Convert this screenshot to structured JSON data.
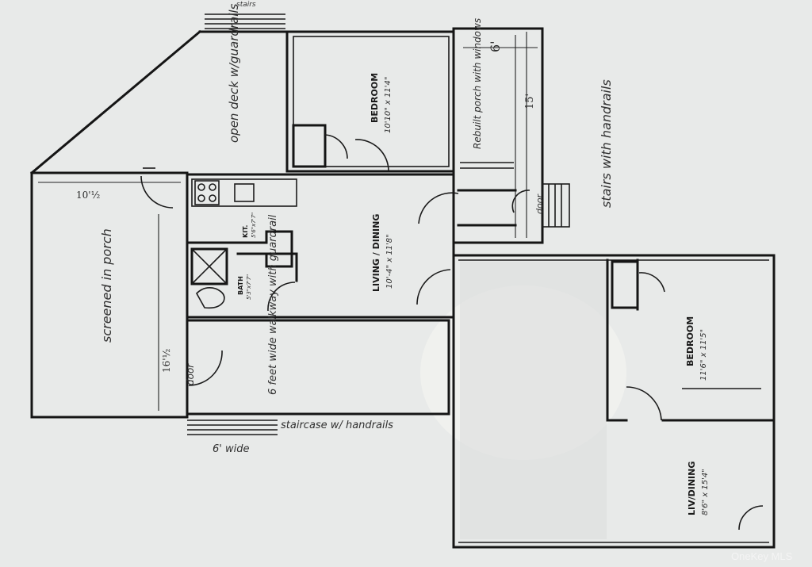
{
  "plan": {
    "open_deck": "open deck w/guardrails",
    "bedroom_1": {
      "name": "BEDROOM",
      "size": "10'10\" x 11'4\""
    },
    "rebuilt_porch": "Rebuilt porch with windows",
    "porch_depth": "6'",
    "porch_length": "15'",
    "stairs_right": "stairs with handrails",
    "door_right": "door",
    "kitchen": {
      "name": "KIT.",
      "size": "5'6\"x7'7\""
    },
    "bath": {
      "name": "BATH",
      "size": "5'3\"x7'7\""
    },
    "living_dining_1": {
      "name": "LIVING / DINING",
      "size": "10'-4\" x 11'8\""
    },
    "screened_porch": "screened in porch",
    "porch_width": "10'½",
    "porch_long": "16'½",
    "walkway": "6 feet wide walkway with guardrail",
    "door_left": "door",
    "staircase_bottom": "staircase w/ handrails",
    "staircase_width": "6' wide",
    "top_partial": "stairs",
    "bedroom_2": {
      "name": "BEDROOM",
      "size": "11'6\" x 11'5\""
    },
    "living_dining_2": {
      "name": "LIV/DINING",
      "size": "8'6\" x 15'4\""
    }
  },
  "watermark": "OneKey MLS"
}
